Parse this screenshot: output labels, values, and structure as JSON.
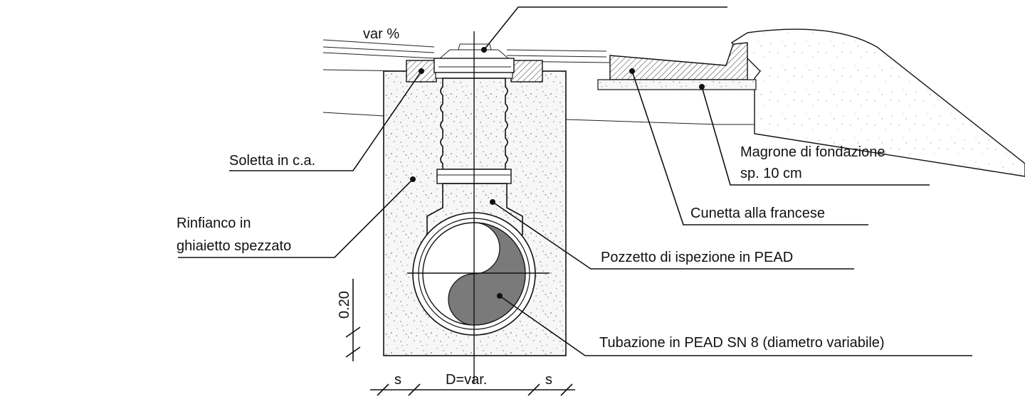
{
  "labels": {
    "slope": "var %",
    "soletta": "Soletta in c.a.",
    "rinfianco_line1": "Rinfianco in",
    "rinfianco_line2": "ghiaietto spezzato",
    "magrone_line1": "Magrone di fondazione",
    "magrone_line2": "sp. 10 cm",
    "cunetta": "Cunetta alla francese",
    "pozzetto": "Pozzetto di ispezione in PEAD",
    "tubazione": "Tubazione in PEAD SN 8 (diametro variabile)"
  },
  "dimensions": {
    "height": "0.20",
    "side_left": "s",
    "diameter": "D=var.",
    "side_right": "s"
  },
  "colors": {
    "line": "#111111",
    "pipe_fill": "#7a7a7a",
    "gravel": "#f6f6f6",
    "concrete_hatch": "#333333"
  }
}
